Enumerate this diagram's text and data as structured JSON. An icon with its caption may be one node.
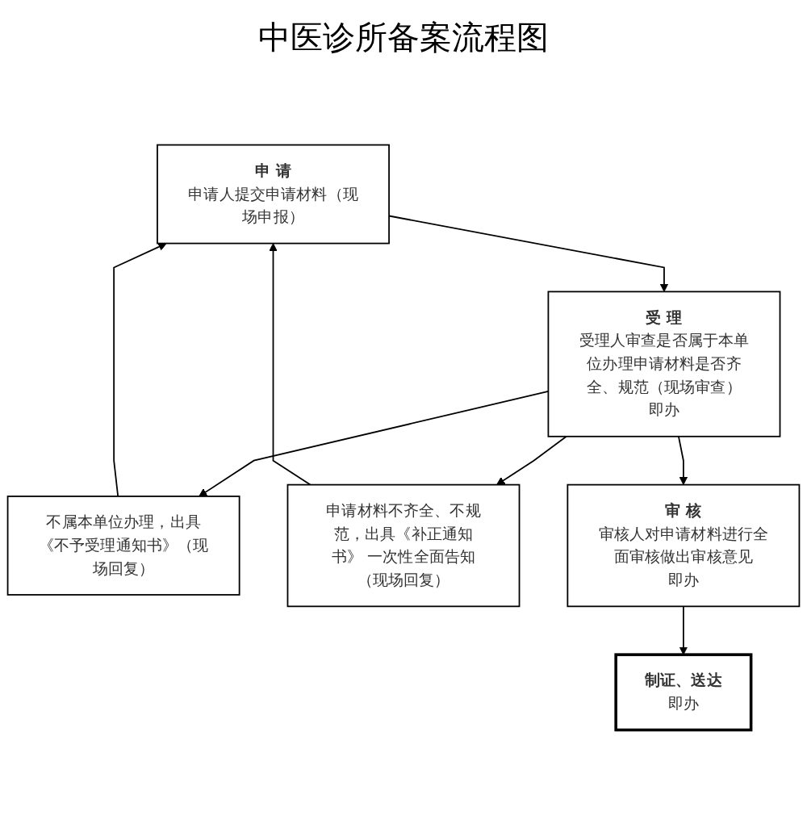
{
  "diagram": {
    "title": "中医诊所备案流程图",
    "nodes": [
      {
        "text": [
          "申 请",
          "申请人提交申请材料（现场申报）"
        ]
      },
      {
        "text": [
          "受 理",
          "受理人审查是否属于本单位办理申请材料是否齐全、规范（现场审查）",
          "即办"
        ]
      },
      {
        "text": [
          "不属本单位办理，出具《不予受理通知书》（现场回复）"
        ]
      },
      {
        "text": [
          "申请材料不齐全、不规范，出具《补正通知书》 一次性全面告知（现场回复）"
        ]
      },
      {
        "text": [
          "审 核",
          "审核人对申请材料进行全面审核做出审核意见",
          "即办"
        ]
      },
      {
        "text": [
          "制证、送达",
          "即办"
        ]
      }
    ],
    "edges": [
      {
        "from": 0,
        "to": 1,
        "arrow": "to"
      },
      {
        "from": 1,
        "to": 2,
        "arrow": "to"
      },
      {
        "from": 2,
        "to": 0,
        "arrow": "to"
      },
      {
        "from": 1,
        "to": 3,
        "arrow": "to"
      },
      {
        "from": 3,
        "to": 0,
        "arrow": "to"
      },
      {
        "from": 1,
        "to": 4,
        "arrow": "to"
      },
      {
        "from": 4,
        "to": 5,
        "arrow": "to"
      }
    ]
  }
}
